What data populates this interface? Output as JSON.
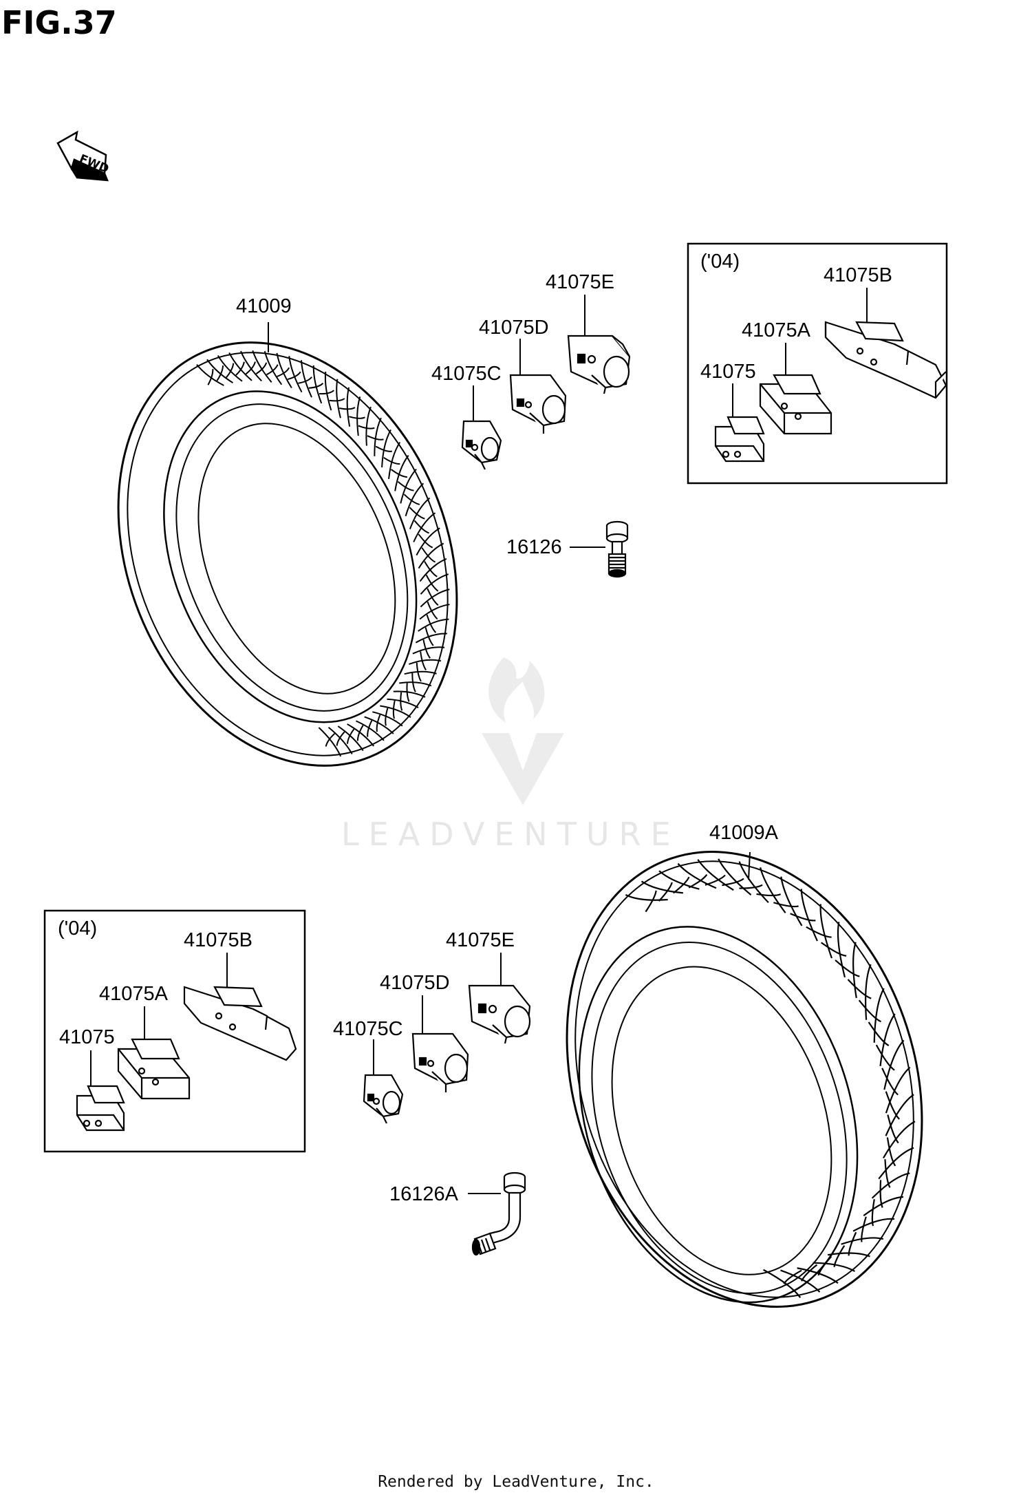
{
  "figure_title": "FIG.37",
  "fwd_label": "FWD",
  "watermark_text": "LEADVENTURE",
  "footer_text": "Rendered by LeadVenture, Inc.",
  "kit_year": "('04)",
  "parts": {
    "front_tire": "41009",
    "rear_tire": "41009A",
    "front_valve": "16126",
    "rear_valve": "16126A",
    "weight": "41075",
    "weight_a": "41075A",
    "weight_b": "41075B",
    "weight_c": "41075C",
    "weight_d": "41075D",
    "weight_e": "41075E"
  },
  "colors": {
    "line": "#000000",
    "watermark": "#e6e6e6",
    "background": "#ffffff"
  }
}
